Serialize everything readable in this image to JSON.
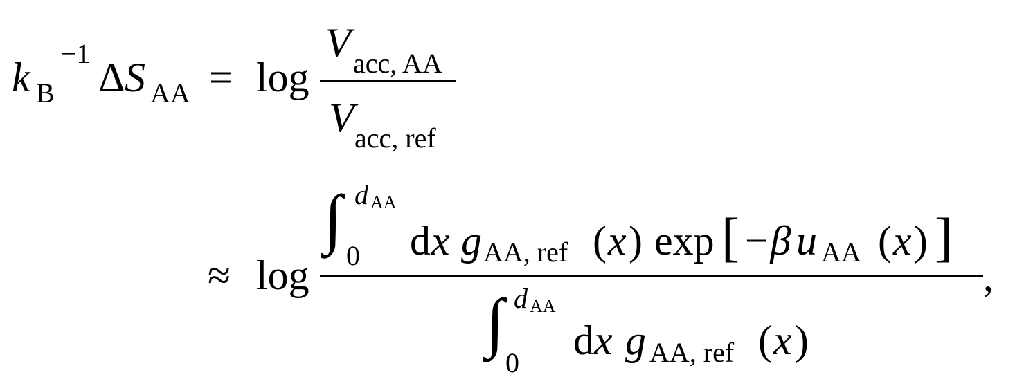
{
  "equation": {
    "line1": {
      "k": "k",
      "k_sub": "B",
      "k_sup": "−1",
      "delta": "Δ",
      "S": "S",
      "S_sub": "AA",
      "equals": "=",
      "log": "log",
      "num_V": "V",
      "num_sub": "acc, AA",
      "den_V": "V",
      "den_sub": "acc, ref"
    },
    "line2": {
      "approx": "≈",
      "log": "log",
      "integral": "∫",
      "int_lower": "0",
      "int_upper_d": "d",
      "int_upper_sub": "AA",
      "dx_d": "d",
      "dx_x": "x",
      "g": "g",
      "g_sub": "AA, ref",
      "lparen": "(",
      "x": "x",
      "rparen": ")",
      "exp": "exp",
      "lbracket": "[",
      "minus_beta": "−β",
      "u": "u",
      "u_sub": "AA",
      "rbracket": "]",
      "comma": ","
    }
  }
}
